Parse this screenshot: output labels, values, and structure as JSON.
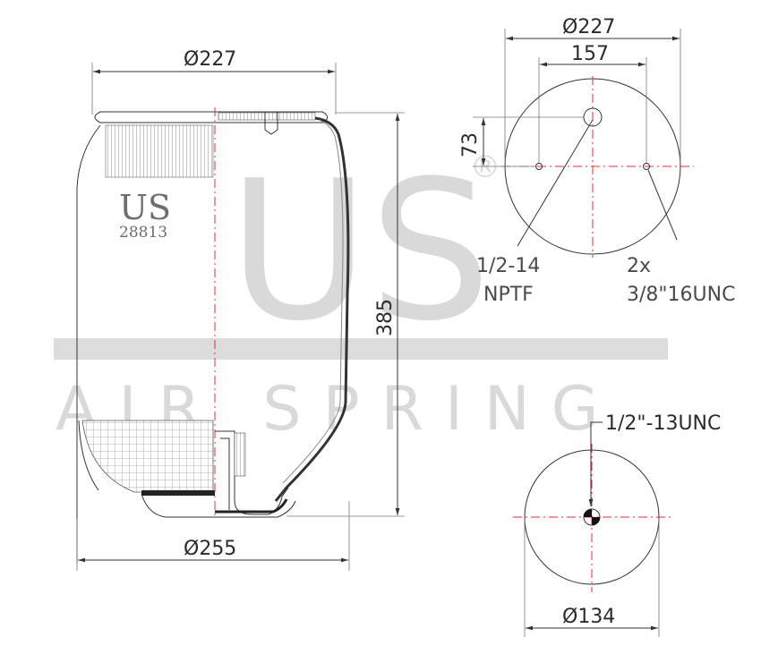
{
  "watermark": {
    "big_letters": "US",
    "registered_mark": "®",
    "bar_text": "AIR SPRING"
  },
  "side_view": {
    "logo": "US",
    "part_number": "28813",
    "top_diameter": "Ø227",
    "bottom_diameter": "Ø255",
    "height": "385"
  },
  "top_plate_view": {
    "diameter": "Ø227",
    "bolt_spacing": "157",
    "offset": "73",
    "port_note_line1": "1/2-14",
    "port_note_line2": "NPTF",
    "bolt_note_line1": "2x",
    "bolt_note_line2": "3/8\"16UNC"
  },
  "bottom_view": {
    "thread_note": "1/2\"-13UNC",
    "diameter": "Ø134"
  }
}
